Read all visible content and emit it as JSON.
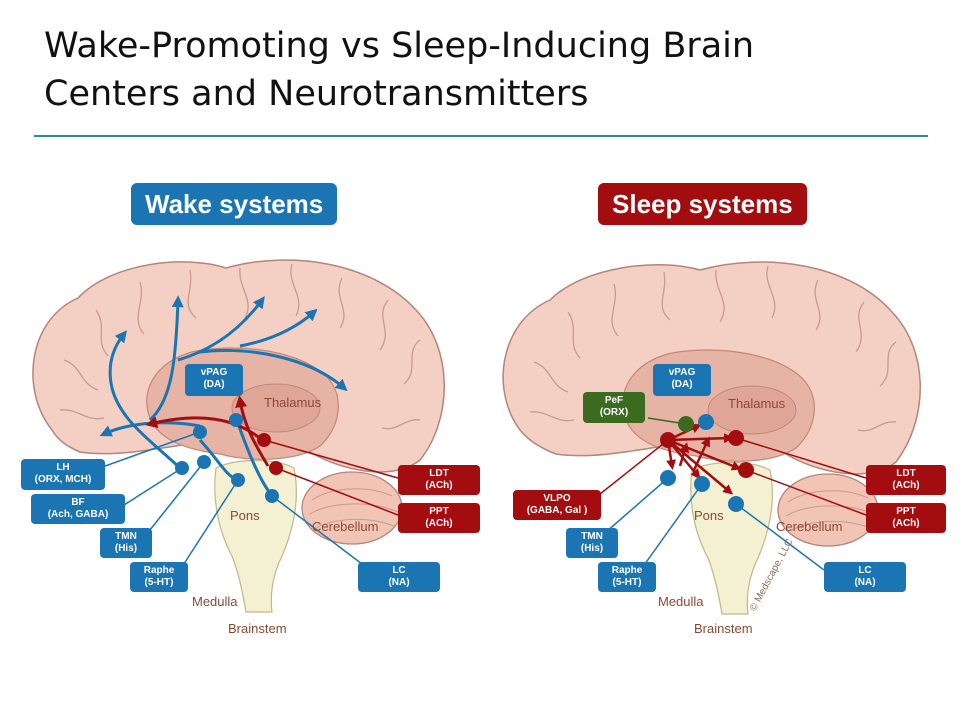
{
  "title": {
    "line1": "Wake-Promoting vs Sleep-Inducing Brain",
    "line2": "Centers and Neurotransmitters"
  },
  "colors": {
    "wake": "#1b75b3",
    "sleep": "#a40d10",
    "orexin": "#3b6b1e",
    "rule": "#2e8b8b"
  },
  "regions": {
    "thalamus": "Thalamus",
    "pons": "Pons",
    "cerebellum": "Cerebellum",
    "medulla": "Medulla",
    "brainstem": "Brainstem"
  },
  "copyright": "© Medscape, LLC",
  "wake": {
    "heading": "Wake systems",
    "vpag": {
      "name": "vPAG",
      "nt": "(DA)"
    },
    "lh": {
      "name": "LH",
      "nt": "(ORX, MCH)"
    },
    "bf": {
      "name": "BF",
      "nt": "(Ach, GABA)"
    },
    "tmn": {
      "name": "TMN",
      "nt": "(His)"
    },
    "raphe": {
      "name": "Raphe",
      "nt": "(5-HT)"
    },
    "ldt": {
      "name": "LDT",
      "nt": "(ACh)"
    },
    "ppt": {
      "name": "PPT",
      "nt": "(ACh)"
    },
    "lc": {
      "name": "LC",
      "nt": "(NA)"
    }
  },
  "sleep": {
    "heading": "Sleep systems",
    "vpag": {
      "name": "vPAG",
      "nt": "(DA)"
    },
    "pef": {
      "name": "PeF",
      "nt": "(ORX)"
    },
    "vlpo": {
      "name": "VLPO",
      "nt": "(GABA,  Gal )"
    },
    "tmn": {
      "name": "TMN",
      "nt": "(His)"
    },
    "raphe": {
      "name": "Raphe",
      "nt": "(5-HT)"
    },
    "ldt": {
      "name": "LDT",
      "nt": "(ACh)"
    },
    "ppt": {
      "name": "PPT",
      "nt": "(ACh)"
    },
    "lc": {
      "name": "LC",
      "nt": "(NA)"
    }
  }
}
